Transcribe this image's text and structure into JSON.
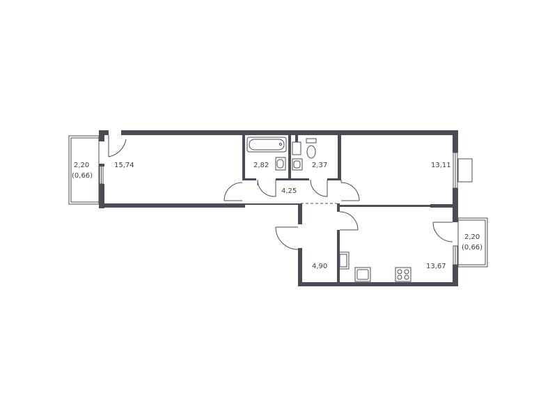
{
  "rooms": {
    "balcony_left": {
      "area": "2,20",
      "area_reduced": "(0,66)"
    },
    "living_room": {
      "area": "15,74"
    },
    "bathroom": {
      "area": "2,82"
    },
    "toilet": {
      "area": "2,37"
    },
    "corridor": {
      "area": "4,25"
    },
    "bedroom": {
      "area": "13,11"
    },
    "hall": {
      "area": "4,90"
    },
    "kitchen": {
      "area": "13,67"
    },
    "balcony_right": {
      "area": "2,20",
      "area_reduced": "(0,66)"
    }
  },
  "colors": {
    "wall": "#4a4d55",
    "background": "#ffffff",
    "text": "#3a3d44"
  }
}
